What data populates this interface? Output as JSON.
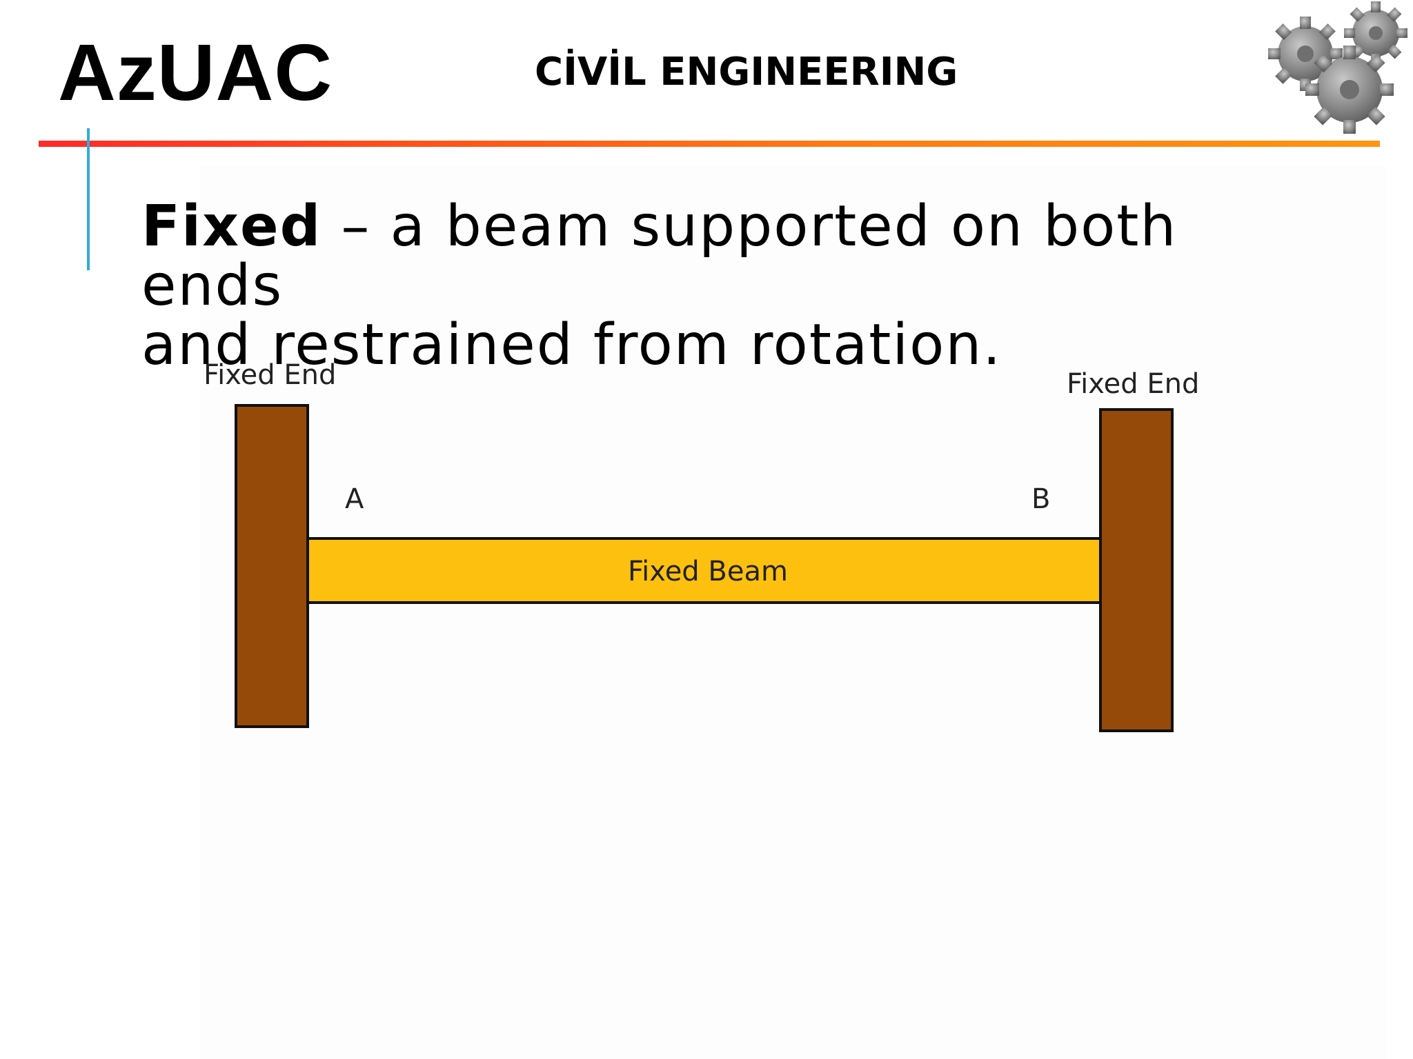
{
  "header": {
    "logo_text": "AzUAC",
    "title": "CİVİL ENGINEERING"
  },
  "main": {
    "term": "Fixed",
    "definition_line1": " – a beam supported on both ends",
    "definition_line2": "and restrained from rotation."
  },
  "diagram": {
    "left_support_label": "Fixed End",
    "right_support_label": "Fixed End",
    "point_a_label": "A",
    "point_b_label": "B",
    "beam_label": "Fixed Beam"
  },
  "colors": {
    "support": "#964a0a",
    "beam": "#fdc00e",
    "header_rule_start": "#ff2a2a",
    "header_rule_end": "#ff9410",
    "accent_bar": "#33aadd"
  },
  "icons": [
    "gears-icon"
  ]
}
